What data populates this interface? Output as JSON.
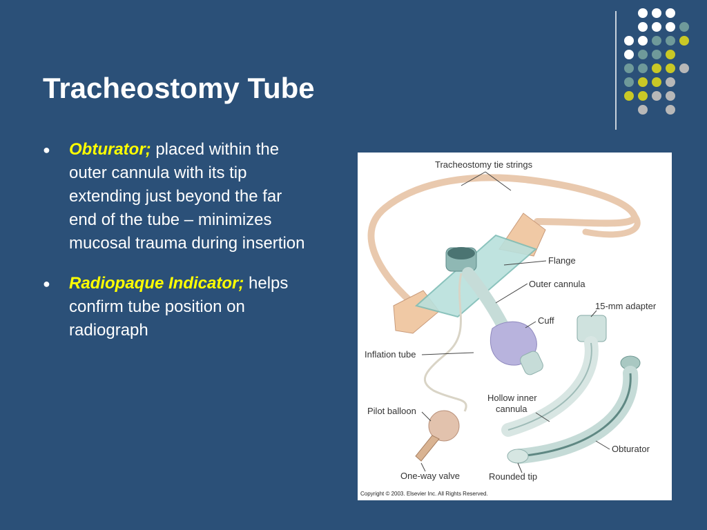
{
  "slide": {
    "title": "Tracheostomy Tube",
    "bullets": [
      {
        "term": "Obturator;",
        "text": " placed within the outer cannula with its tip extending just beyond the far end of the tube – minimizes mucosal trauma during insertion"
      },
      {
        "term": "Radiopaque Indicator;",
        "text": " helps confirm tube position on radiograph"
      }
    ],
    "bullet_glyph": "●"
  },
  "figure": {
    "labels": {
      "tie_strings": "Tracheostomy tie strings",
      "flange": "Flange",
      "outer_cannula": "Outer cannula",
      "adapter": "15-mm adapter",
      "cuff": "Cuff",
      "inflation_tube": "Inflation tube",
      "hollow_inner": "Hollow inner",
      "cannula": "cannula",
      "pilot_balloon": "Pilot balloon",
      "obturator": "Obturator",
      "one_way_valve": "One-way valve",
      "rounded_tip": "Rounded tip"
    },
    "copyright": "Copyright © 2003. Elsevier Inc. All Rights Reserved."
  },
  "decor": {
    "colors": {
      "white": "#ffffff",
      "teal": "#6f9a9a",
      "yellow": "#c9c826",
      "gray": "#b8b8b8"
    }
  }
}
